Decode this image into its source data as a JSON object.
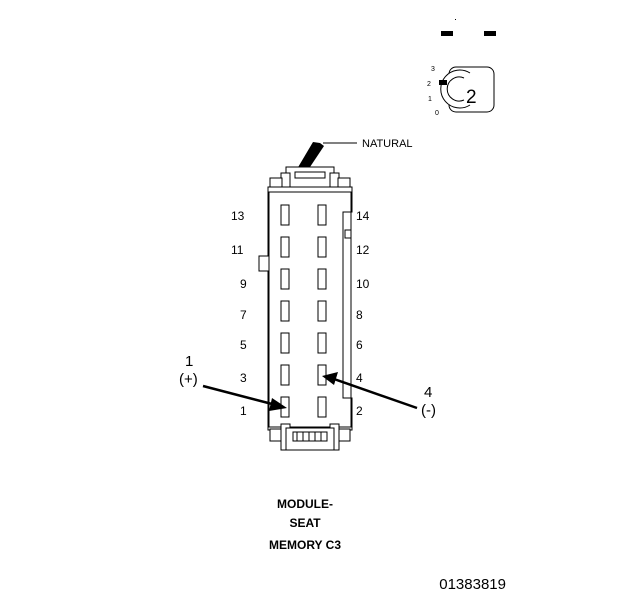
{
  "connector_view": {
    "tag_label": "NATURAL",
    "pins_left": [
      "13",
      "11",
      "9",
      "7",
      "5",
      "3",
      "1"
    ],
    "pins_right": [
      "14",
      "12",
      "10",
      "8",
      "6",
      "4",
      "2"
    ],
    "callout_positive": {
      "pin": "1",
      "sign": "(+)"
    },
    "callout_negative": {
      "pin": "4",
      "sign": "(-)"
    }
  },
  "key_icon": {
    "number": "2",
    "scale_labels": [
      "3",
      "2",
      "1",
      "0"
    ]
  },
  "caption": {
    "lines": [
      "MODULE-",
      "SEAT",
      "MEMORY C3"
    ]
  },
  "reference_id": "01383819"
}
